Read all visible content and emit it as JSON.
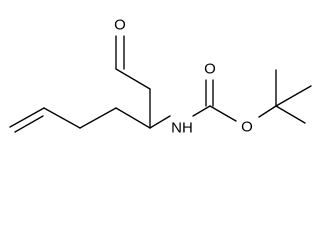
{
  "molecule": {
    "atoms": {
      "aldehyde_oxygen": "O",
      "carbamate_nitrogen": "NH",
      "carbonyl_oxygen": "O",
      "ester_oxygen": "O"
    }
  }
}
